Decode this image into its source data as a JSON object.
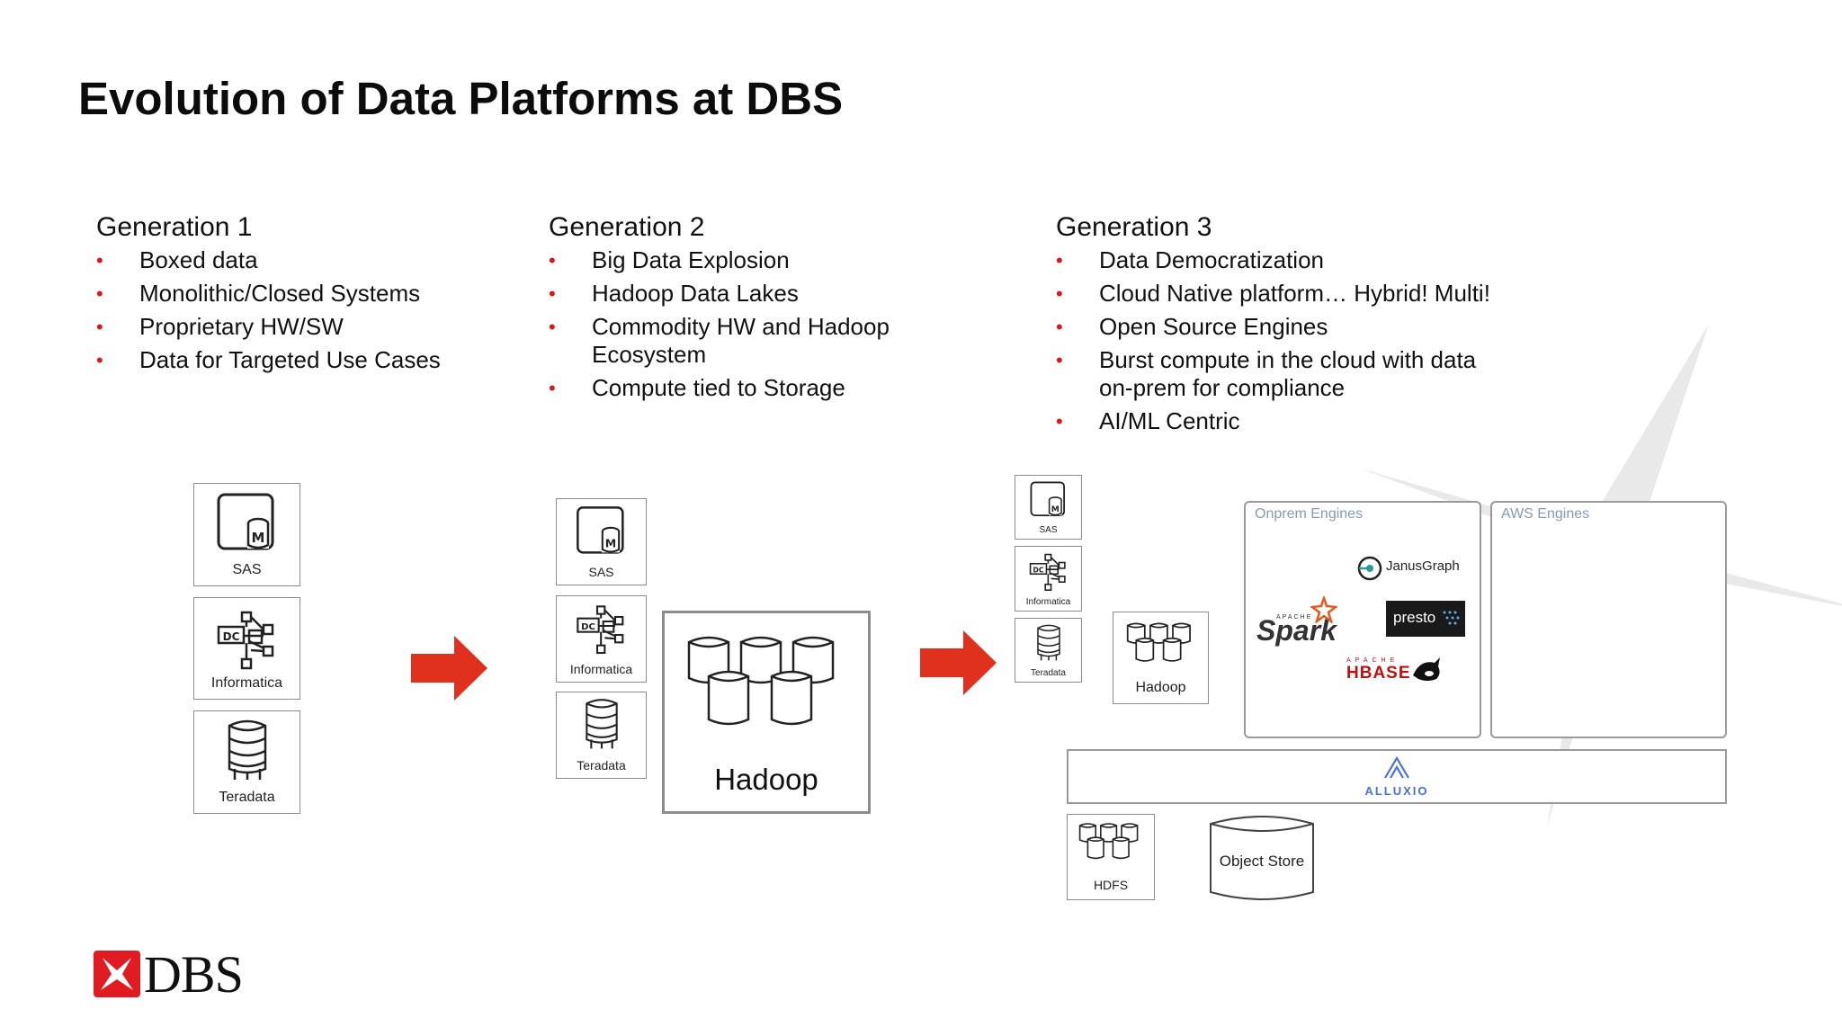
{
  "title": "Evolution of Data Platforms at DBS",
  "generations": [
    {
      "heading": "Generation 1",
      "bullets": [
        "Boxed data",
        "Monolithic/Closed Systems",
        "Proprietary HW/SW",
        "Data for Targeted Use Cases"
      ]
    },
    {
      "heading": "Generation 2",
      "bullets": [
        "Big Data Explosion",
        "Hadoop Data Lakes",
        "Commodity HW and Hadoop Ecosystem",
        "Compute tied to Storage"
      ]
    },
    {
      "heading": "Generation 3",
      "bullets": [
        "Data Democratization",
        "Cloud Native platform… Hybrid! Multi!",
        "Open Source Engines",
        "Burst compute in the cloud with data on-prem for compliance",
        "AI/ML Centric"
      ]
    }
  ],
  "diagram": {
    "gen1": {
      "sas": "SAS",
      "informatica": "Informatica",
      "teradata": "Teradata"
    },
    "gen2": {
      "sas": "SAS",
      "informatica": "Informatica",
      "teradata": "Teradata",
      "hadoop": "Hadoop"
    },
    "gen3": {
      "sas": "SAS",
      "informatica": "Informatica",
      "teradata": "Teradata",
      "hadoop": "Hadoop",
      "onprem_title": "Onprem Engines",
      "aws_title": "AWS Engines",
      "janusgraph": "JanusGraph",
      "spark_small": "APACHE",
      "spark": "Spark",
      "presto": "presto",
      "hbase_small": "APACHE",
      "hbase": "HBASE",
      "alluxio": "ALLUXIO",
      "hdfs": "HDFS",
      "object_store": "Object Store"
    }
  },
  "brand": {
    "name": "DBS"
  },
  "colors": {
    "accent": "#e0301e",
    "bullet": "#d7191c",
    "brand_red": "#e01b22"
  },
  "icons": [
    "sas-icon",
    "informatica-icon",
    "teradata-icon",
    "hadoop-icon",
    "arrow-right-icon",
    "alluxio-icon",
    "dbs-logo-icon"
  ]
}
